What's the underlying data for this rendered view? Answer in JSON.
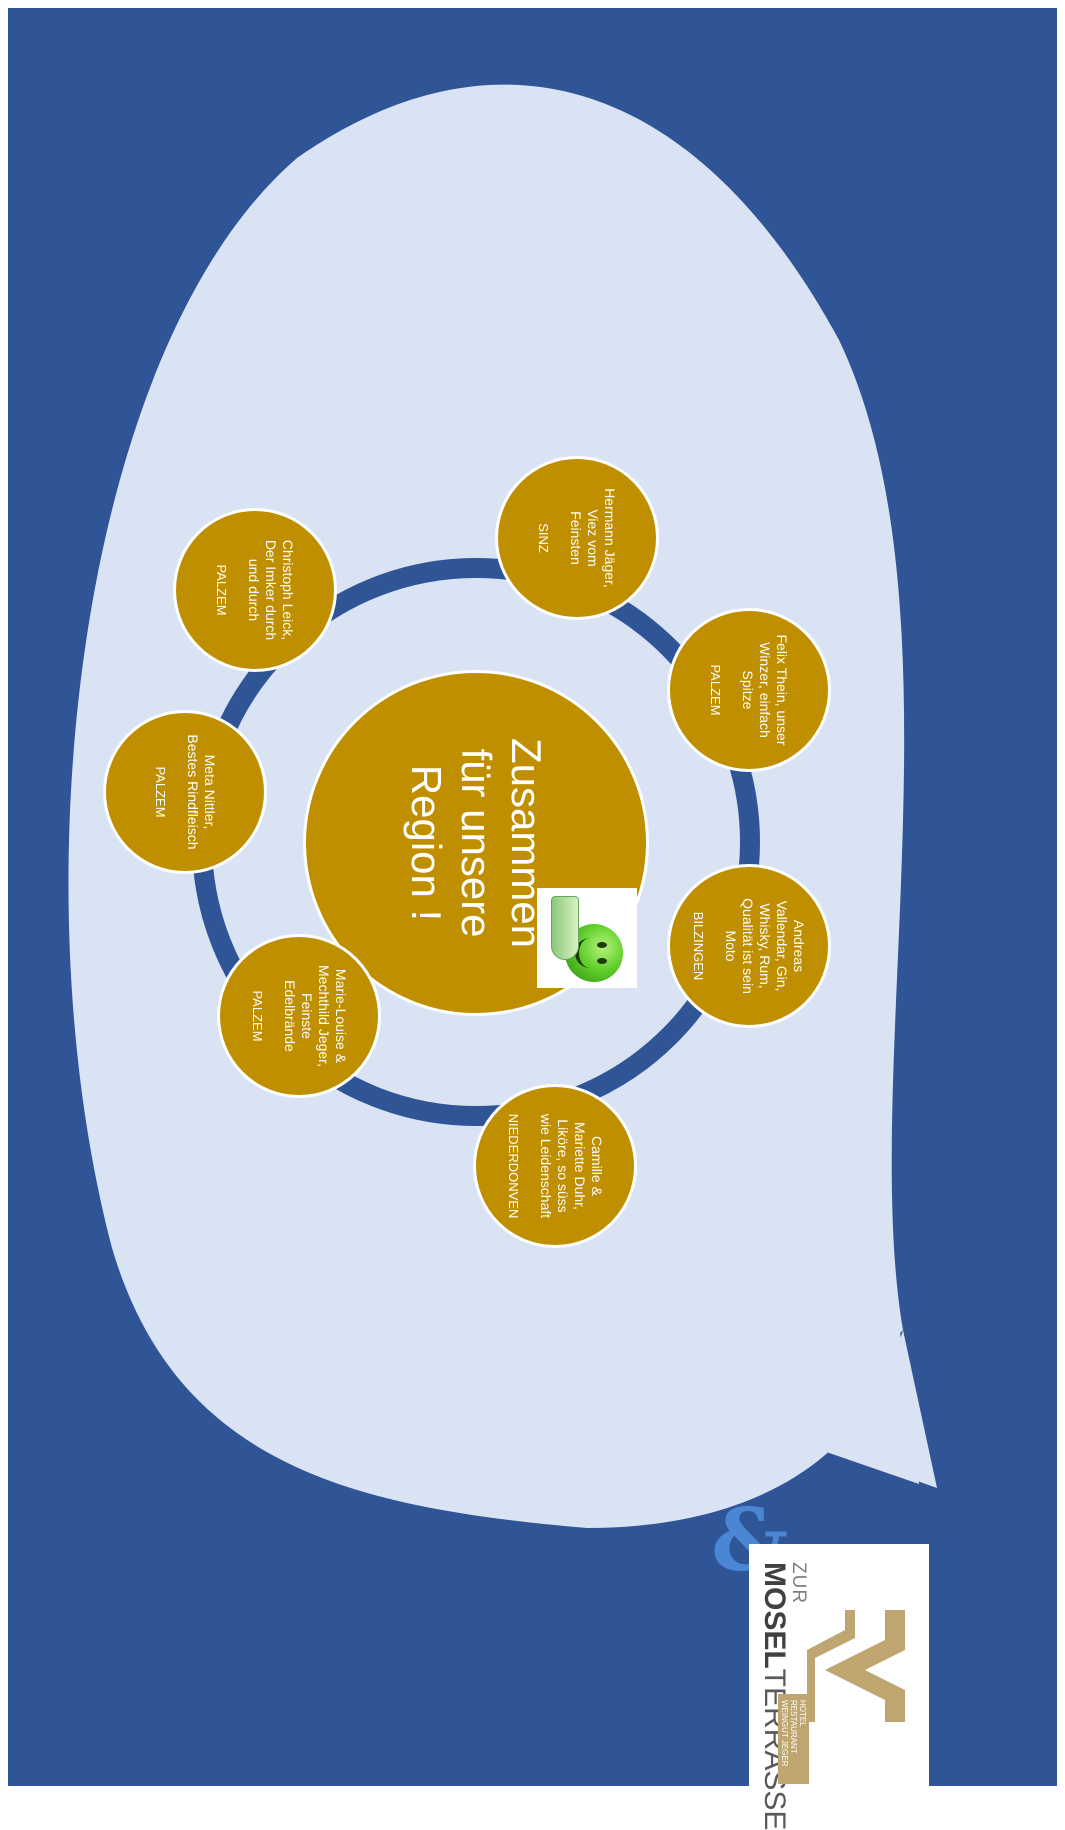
{
  "center": {
    "title_lines": [
      "Zusammen",
      "für unsere",
      "Region !"
    ]
  },
  "members": [
    {
      "lines": [
        "Christoph Leick,",
        "Der Imker durch",
        "und durch"
      ],
      "place": "PALZEM"
    },
    {
      "lines": [
        "Hermann Jäger,",
        "Viez vom",
        "Feinsten"
      ],
      "place": "SINZ"
    },
    {
      "lines": [
        "Felix Thein, unser",
        "Winzer, einfach",
        "Spitze"
      ],
      "place": "PALZEM"
    },
    {
      "lines": [
        "Andreas",
        "Vallendar, Gin,",
        "Whisky, Rum,",
        "Qualität ist sein",
        "Moto"
      ],
      "place": "BILZINGEN"
    },
    {
      "lines": [
        "Camille &",
        "Mariette Duhr,",
        "Liköre, so süss",
        "wie Leidenschaft"
      ],
      "place": "NIEDERDONVEN"
    },
    {
      "lines": [
        "Marie-Louise &",
        "Mechthild Jeger,",
        "Feinste",
        "Edelbrände"
      ],
      "place": "PALZEM"
    },
    {
      "lines": [
        "Meta Nittler,",
        "Bestes Rindfleisch"
      ],
      "place": "PALZEM"
    }
  ],
  "connector": "&",
  "logo": {
    "zur": "ZUR",
    "mosel": "MOSEL",
    "terrasse": "TERRASSE",
    "sub_lines": [
      "HOTEL",
      "RESTAURANT",
      "WEINGUT JEGER"
    ]
  },
  "colors": {
    "background": "#2f5597",
    "bubble": "#dae3f3",
    "ring": "#2f5597",
    "node": "#bf8f00",
    "node_text": "#ffffff",
    "logo_gold": "#bfa570"
  },
  "icons": [
    "smiley-pointing-icon",
    "ampersand-icon",
    "logo-mark-icon"
  ]
}
